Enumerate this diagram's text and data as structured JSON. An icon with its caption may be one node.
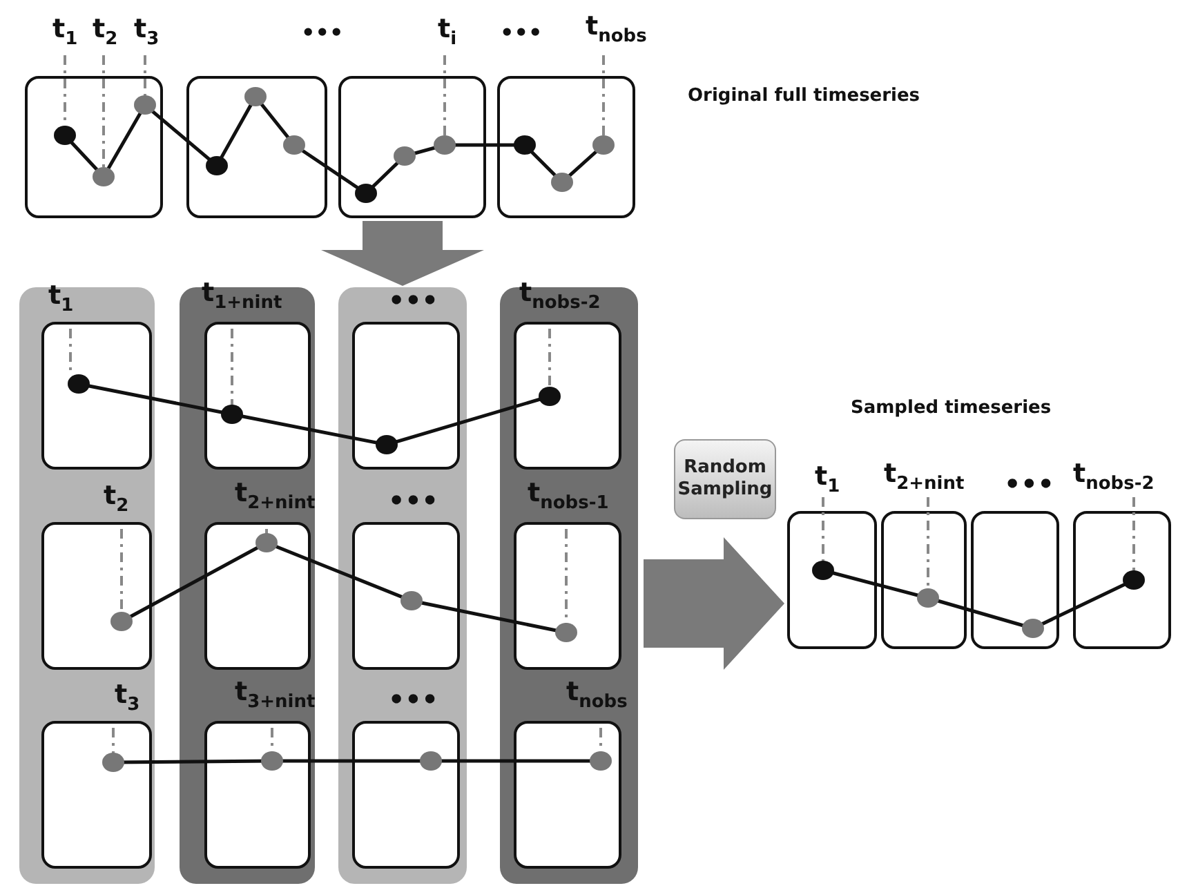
{
  "diagram": {
    "nodes": [
      {
        "text": [
          "t$_{1}$",
          "t$_{2}$",
          "t$_{3}$"
        ]
      },
      {
        "text": [],
        "shape": "box"
      },
      {
        "text": [
          "t$_{i}$"
        ]
      },
      {
        "text": [
          "t$_{nobs}$"
        ]
      },
      {
        "text": [],
        "shape": "bar"
      },
      {
        "text": [
          "t$_{1}$"
        ],
        "in": 4
      },
      {
        "text": [
          "t$_{2}$"
        ],
        "in": 4
      },
      {
        "text": [
          "t$_{3}$"
        ],
        "in": 4
      },
      {
        "text": [],
        "shape": "bar"
      },
      {
        "text": [
          "t$_{1+nint}$"
        ],
        "in": 8
      },
      {
        "text": [
          "t$_{2+nint}$"
        ],
        "in": 8
      },
      {
        "text": [
          "t$_{3+nint}$"
        ],
        "in": 8
      },
      {
        "text": [],
        "shape": "bar"
      },
      {
        "text": [
          "•••"
        ],
        "in": 12
      },
      {
        "text": [
          "•••"
        ],
        "in": 12
      },
      {
        "text": [
          "•••"
        ],
        "in": 12
      },
      {
        "text": [],
        "shape": "bar"
      },
      {
        "text": [
          "t$_{nobs-2}$"
        ],
        "in": 16
      },
      {
        "text": [
          "t$_{nobs-1}$"
        ],
        "in": 16
      },
      {
        "text": [
          "t$_{nobs}$"
        ],
        "in": 16
      },
      {
        "text": [
          "Random Sampling"
        ]
      },
      {
        "text": [
          "t$_{1}$"
        ]
      },
      {
        "text": [
          "t$_{2+nint}$"
        ]
      },
      {
        "text": [
          "•••"
        ]
      },
      {
        "text": [
          "t$_{nobs-2}$"
        ]
      }
    ],
    "edges": [
      {
        "from": 2,
        "to": 12,
        "arrow": "to"
      },
      {
        "from": 16,
        "to": 21,
        "arrow": "to"
      }
    ],
    "labels": [
      "•••",
      "•••",
      "Original full timeseries",
      "Sampled timeseries"
    ]
  }
}
